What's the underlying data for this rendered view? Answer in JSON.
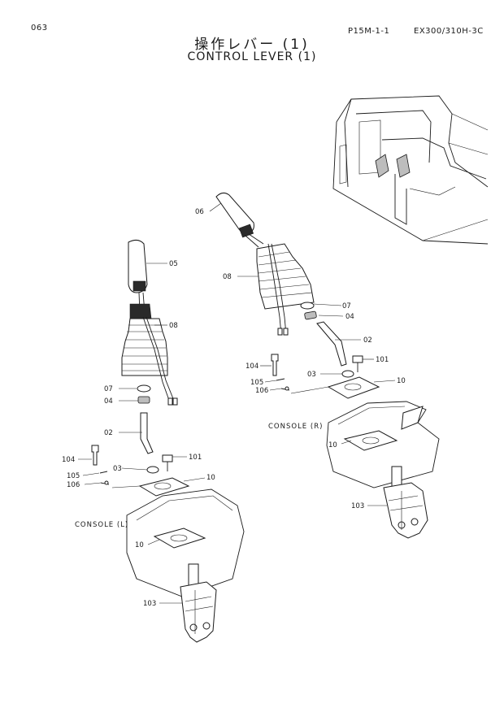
{
  "header": {
    "page_no": "063",
    "ref_code": "P15M-1-1",
    "model": "EX300/310H-3C"
  },
  "title": {
    "jp": "操作レバー (1)",
    "en": "CONTROL LEVER (1)"
  },
  "labels": {
    "left": {
      "p05": "05",
      "p08": "08",
      "p07": "07",
      "p04": "04",
      "p02": "02",
      "p104": "104",
      "p03": "03",
      "p101": "101",
      "p105": "105",
      "p106": "106",
      "p10a": "10",
      "console": "CONSOLE (L)",
      "p10b": "10",
      "p103": "103"
    },
    "right": {
      "p06": "06",
      "p08": "08",
      "p07": "07",
      "p04": "04",
      "p02": "02",
      "p104": "104",
      "p101": "101",
      "p03": "03",
      "p105": "105",
      "p10a": "10",
      "p106": "106",
      "console": "CONSOLE (R)",
      "p10b": "10",
      "p103": "103"
    }
  }
}
